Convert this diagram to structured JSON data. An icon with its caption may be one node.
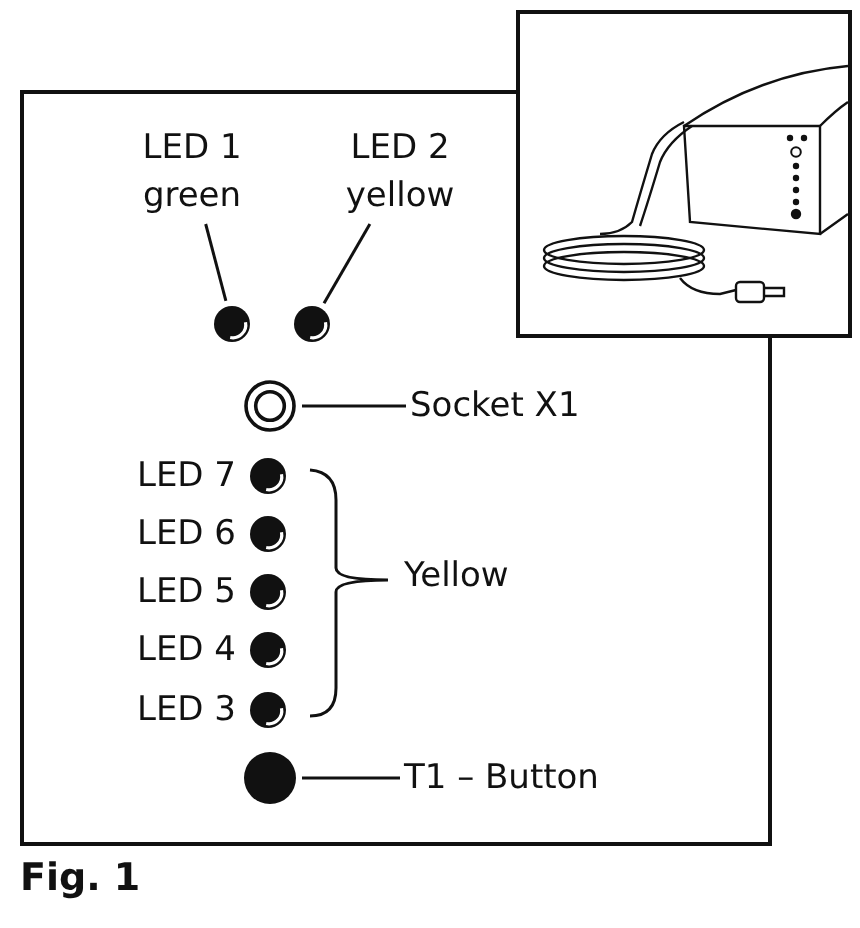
{
  "diagram": {
    "caption": "Fig. 1",
    "nodes": [
      {
        "text": [
          "LED 1 green"
        ]
      },
      {
        "text": [
          "LED 2 yellow"
        ]
      },
      {
        "text": [],
        "shape": "circle"
      },
      {
        "text": [],
        "shape": "circle"
      },
      {
        "text": [],
        "shape": "circle"
      },
      {
        "text": [
          "Socket X1"
        ]
      },
      {
        "text": [],
        "shape": "circle",
        "beside": [
          "LED 7"
        ]
      },
      {
        "text": [],
        "shape": "circle",
        "beside": [
          "LED 6"
        ]
      },
      {
        "text": [],
        "shape": "circle",
        "beside": [
          "LED 5"
        ]
      },
      {
        "text": [],
        "shape": "circle",
        "beside": [
          "LED 4"
        ]
      },
      {
        "text": [],
        "shape": "circle",
        "beside": [
          "LED 3"
        ]
      },
      {
        "text": [],
        "shape": "circle"
      },
      {
        "text": [
          "T1 – Button"
        ]
      }
    ],
    "edges": [
      {
        "from": 0,
        "to": 2,
        "arrow": "none"
      },
      {
        "from": 1,
        "to": 3,
        "arrow": "none"
      },
      {
        "from": 5,
        "to": 4,
        "arrow": "none"
      },
      {
        "from": 12,
        "to": 11,
        "arrow": "none"
      }
    ],
    "labels": [
      "Yellow"
    ]
  }
}
